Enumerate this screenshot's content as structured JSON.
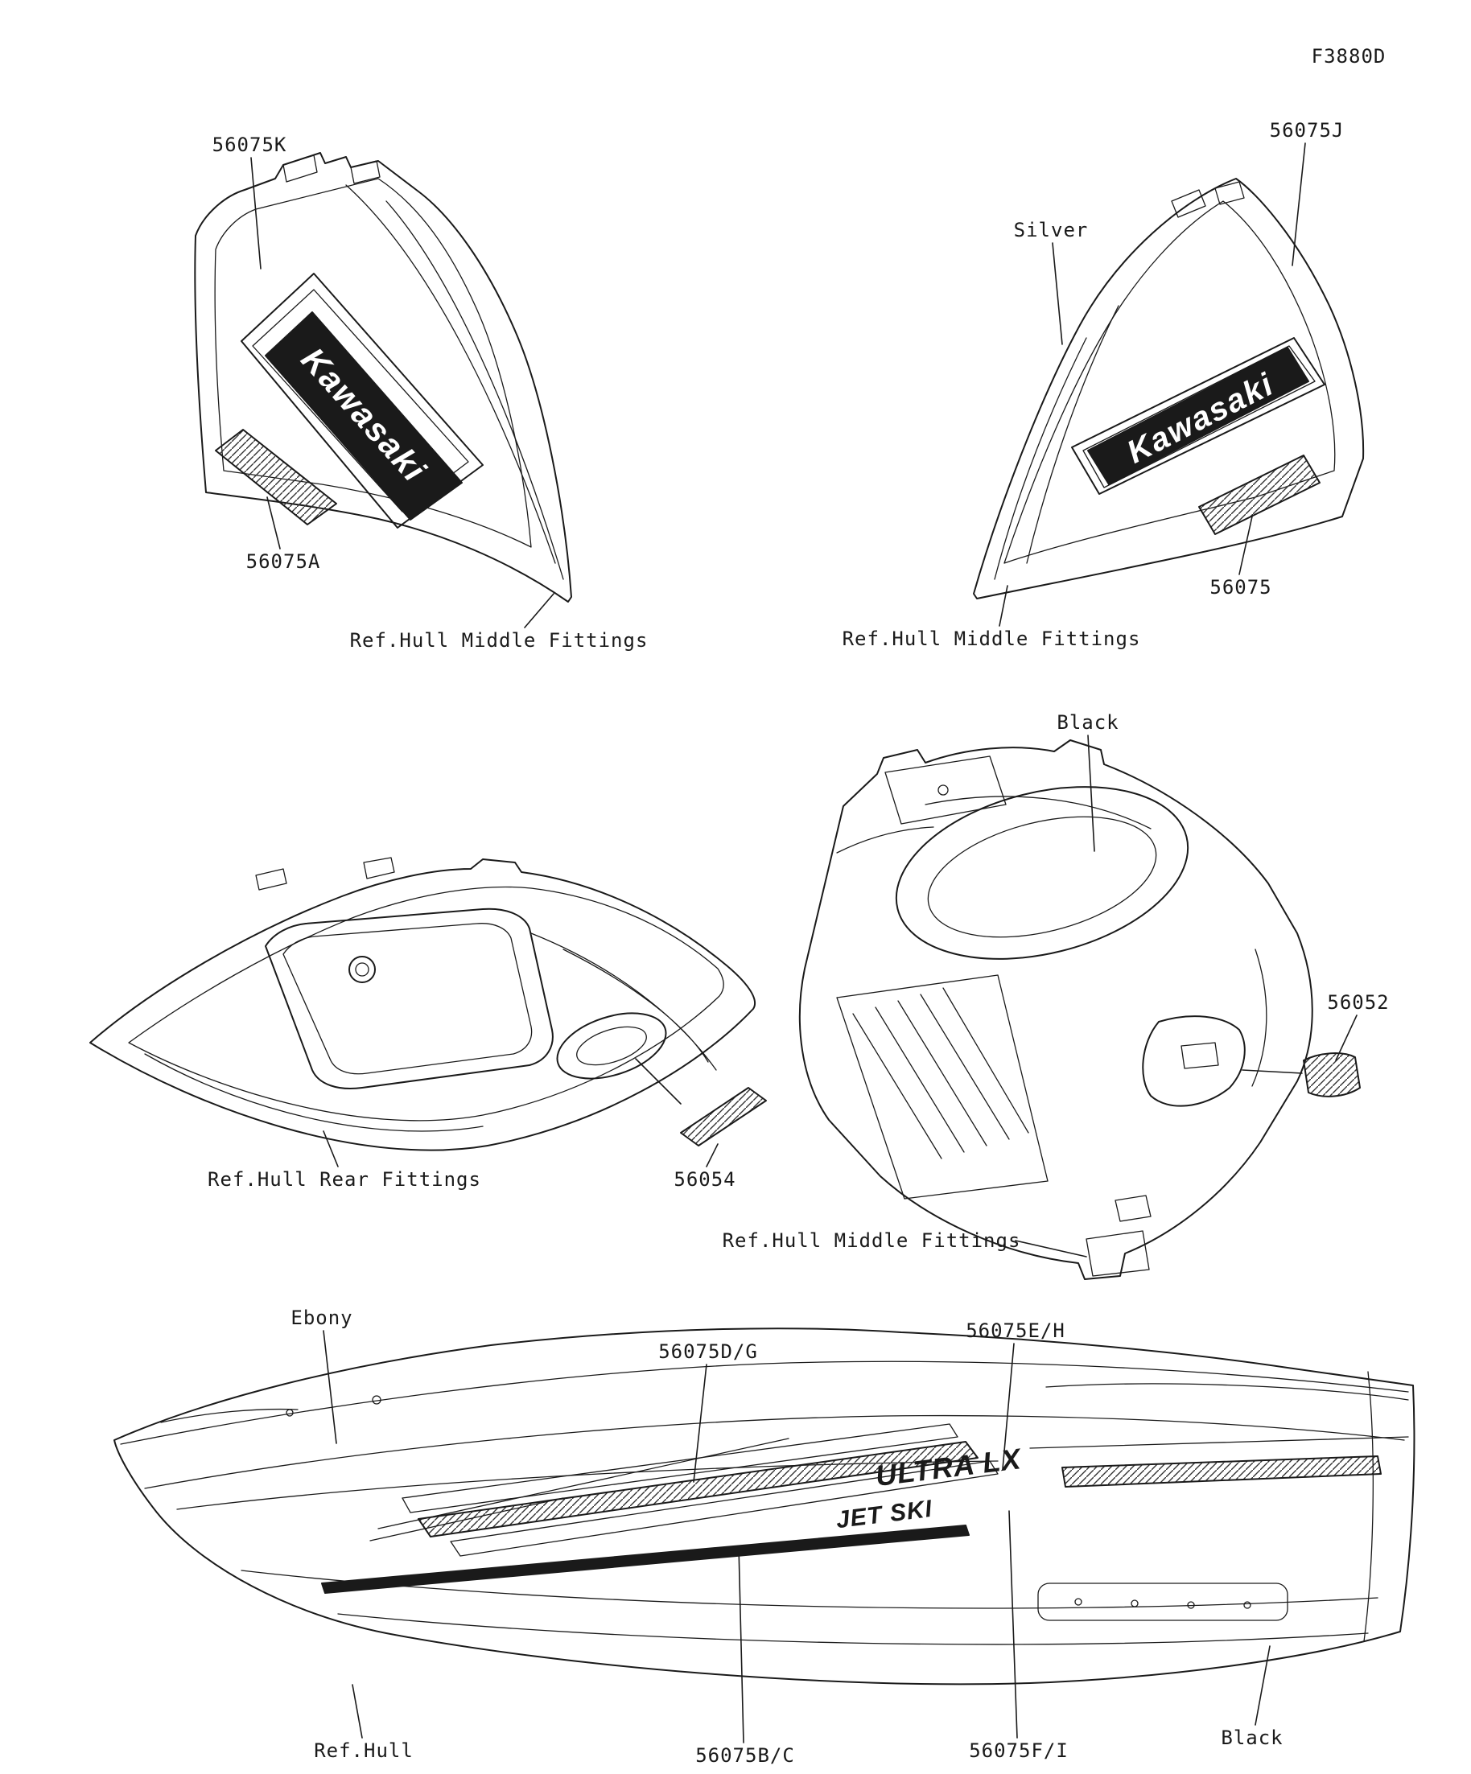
{
  "doc_code": "F3880D",
  "shared": {
    "ref_hull_middle": "Ref.Hull Middle Fittings",
    "ref_hull_rear": "Ref.Hull Rear Fittings",
    "ref_hull": "Ref.Hull",
    "black": "Black"
  },
  "parts": {
    "left_cover": {
      "upper": "56075K",
      "lower": "56075A"
    },
    "right_cover": {
      "upper": "56075J",
      "color": "Silver",
      "lower": "56075"
    },
    "middle_hull": {
      "decal": "56052"
    },
    "rear_hull": {
      "decal": "56054"
    },
    "main_hull": {
      "color_front": "Ebony",
      "stripe_upper": "56075D/G",
      "stripe_mid": "56075E/H",
      "stripe_lower_left": "56075B/C",
      "stripe_lower_right": "56075F/I"
    }
  },
  "decals": {
    "kawasaki": "Kawasaki",
    "jetski": "JET SKI",
    "ultra": "ULTRA LX"
  },
  "colors": {
    "ink": "#1a1a1a",
    "background": "#ffffff"
  }
}
